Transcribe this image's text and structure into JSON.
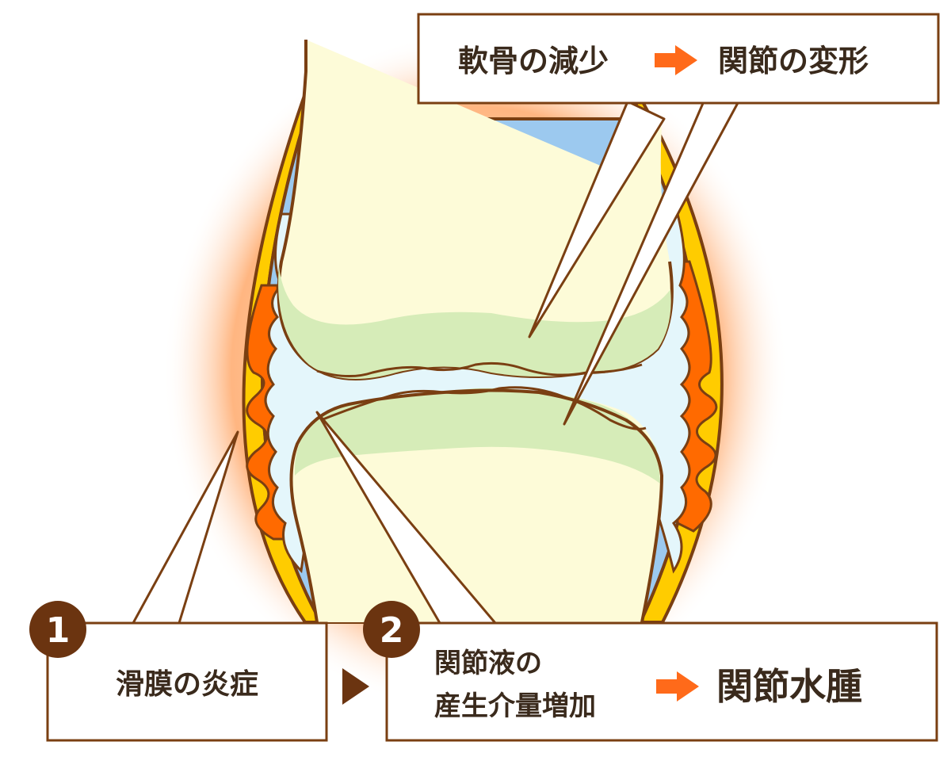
{
  "top_box": {
    "text_left": "軟骨の減少",
    "text_right": "関節の変形"
  },
  "box1": {
    "number": "1",
    "text": "滑膜の炎症"
  },
  "box2": {
    "number": "2",
    "line1": "関節液の",
    "line2": "産生介量増加",
    "result": "関節水腫"
  },
  "colors": {
    "outline": "#7a3f12",
    "inflammation": "#ff6a00",
    "capsule": "#ffcc00",
    "fluid": "#e4f6fb",
    "synovium_blue": "#9cc9ef",
    "bone": "#fdfbd8",
    "cartilage": "#d6ecb8",
    "arrow": "#ff6a1a",
    "badge": "#6b3410"
  }
}
